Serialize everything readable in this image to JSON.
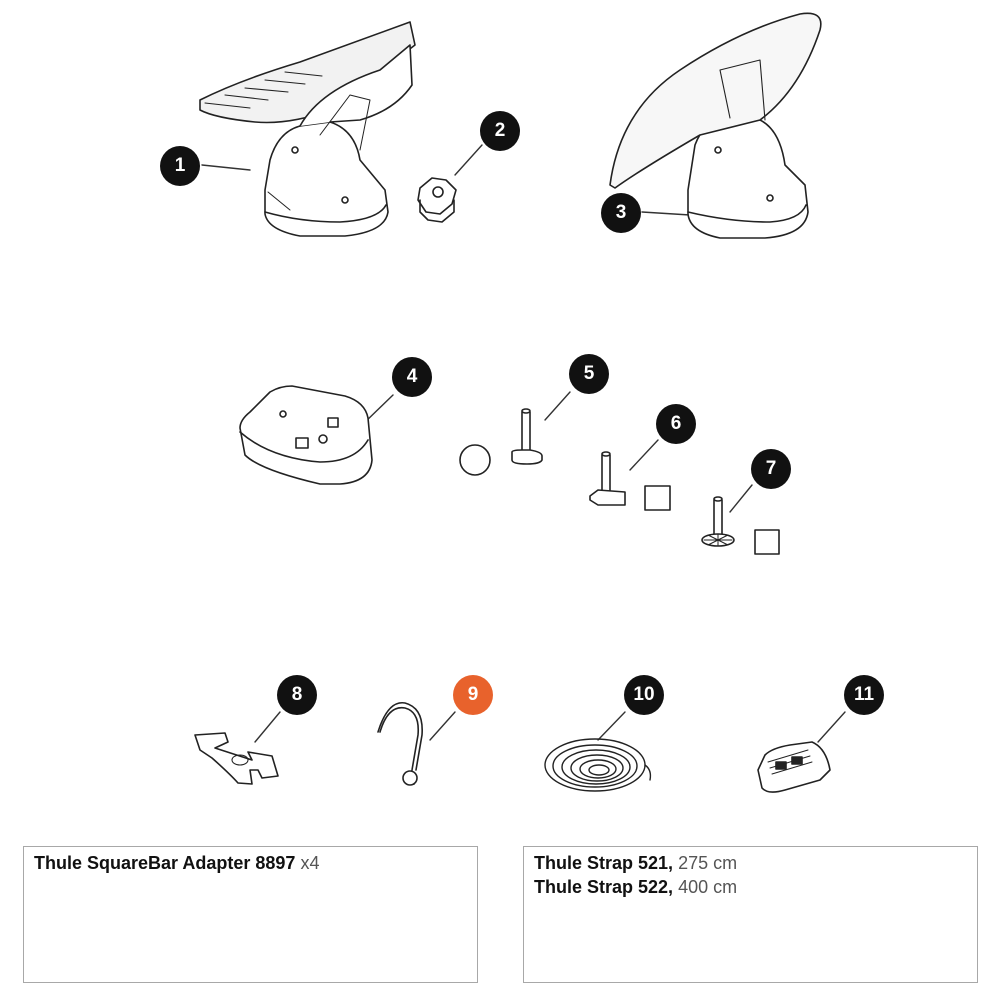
{
  "parts": [
    {
      "number": "1",
      "icon": "kayak-saddle-cradle-icon"
    },
    {
      "number": "2",
      "icon": "star-knob-icon"
    },
    {
      "number": "3",
      "icon": "rear-support-pad-icon"
    },
    {
      "number": "4",
      "icon": "mounting-base-block-icon"
    },
    {
      "number": "5",
      "icon": "t-bolt-with-washer-icon"
    },
    {
      "number": "6",
      "icon": "square-head-bolt-icon"
    },
    {
      "number": "7",
      "icon": "serrated-bolt-icon"
    },
    {
      "number": "8",
      "icon": "fork-tool-icon"
    },
    {
      "number": "9",
      "icon": "hook-icon",
      "highlighted": true
    },
    {
      "number": "10",
      "icon": "coiled-strap-icon"
    },
    {
      "number": "11",
      "icon": "strap-buckle-icon"
    }
  ],
  "highlight_color": "#e8622c",
  "badge_color": "#111111",
  "adapter_panel": {
    "name": "Thule SquareBar Adapter 8897",
    "qty": "x4",
    "icons": [
      "squarebar-adapter-icon",
      "adapter-clip-icon"
    ]
  },
  "strap_panel": {
    "line1_name": "Thule Strap 521,",
    "line1_len": "275 cm",
    "line2_name": "Thule Strap 522,",
    "line2_len": "400 cm",
    "icons": [
      "rolled-strap-icon"
    ]
  }
}
